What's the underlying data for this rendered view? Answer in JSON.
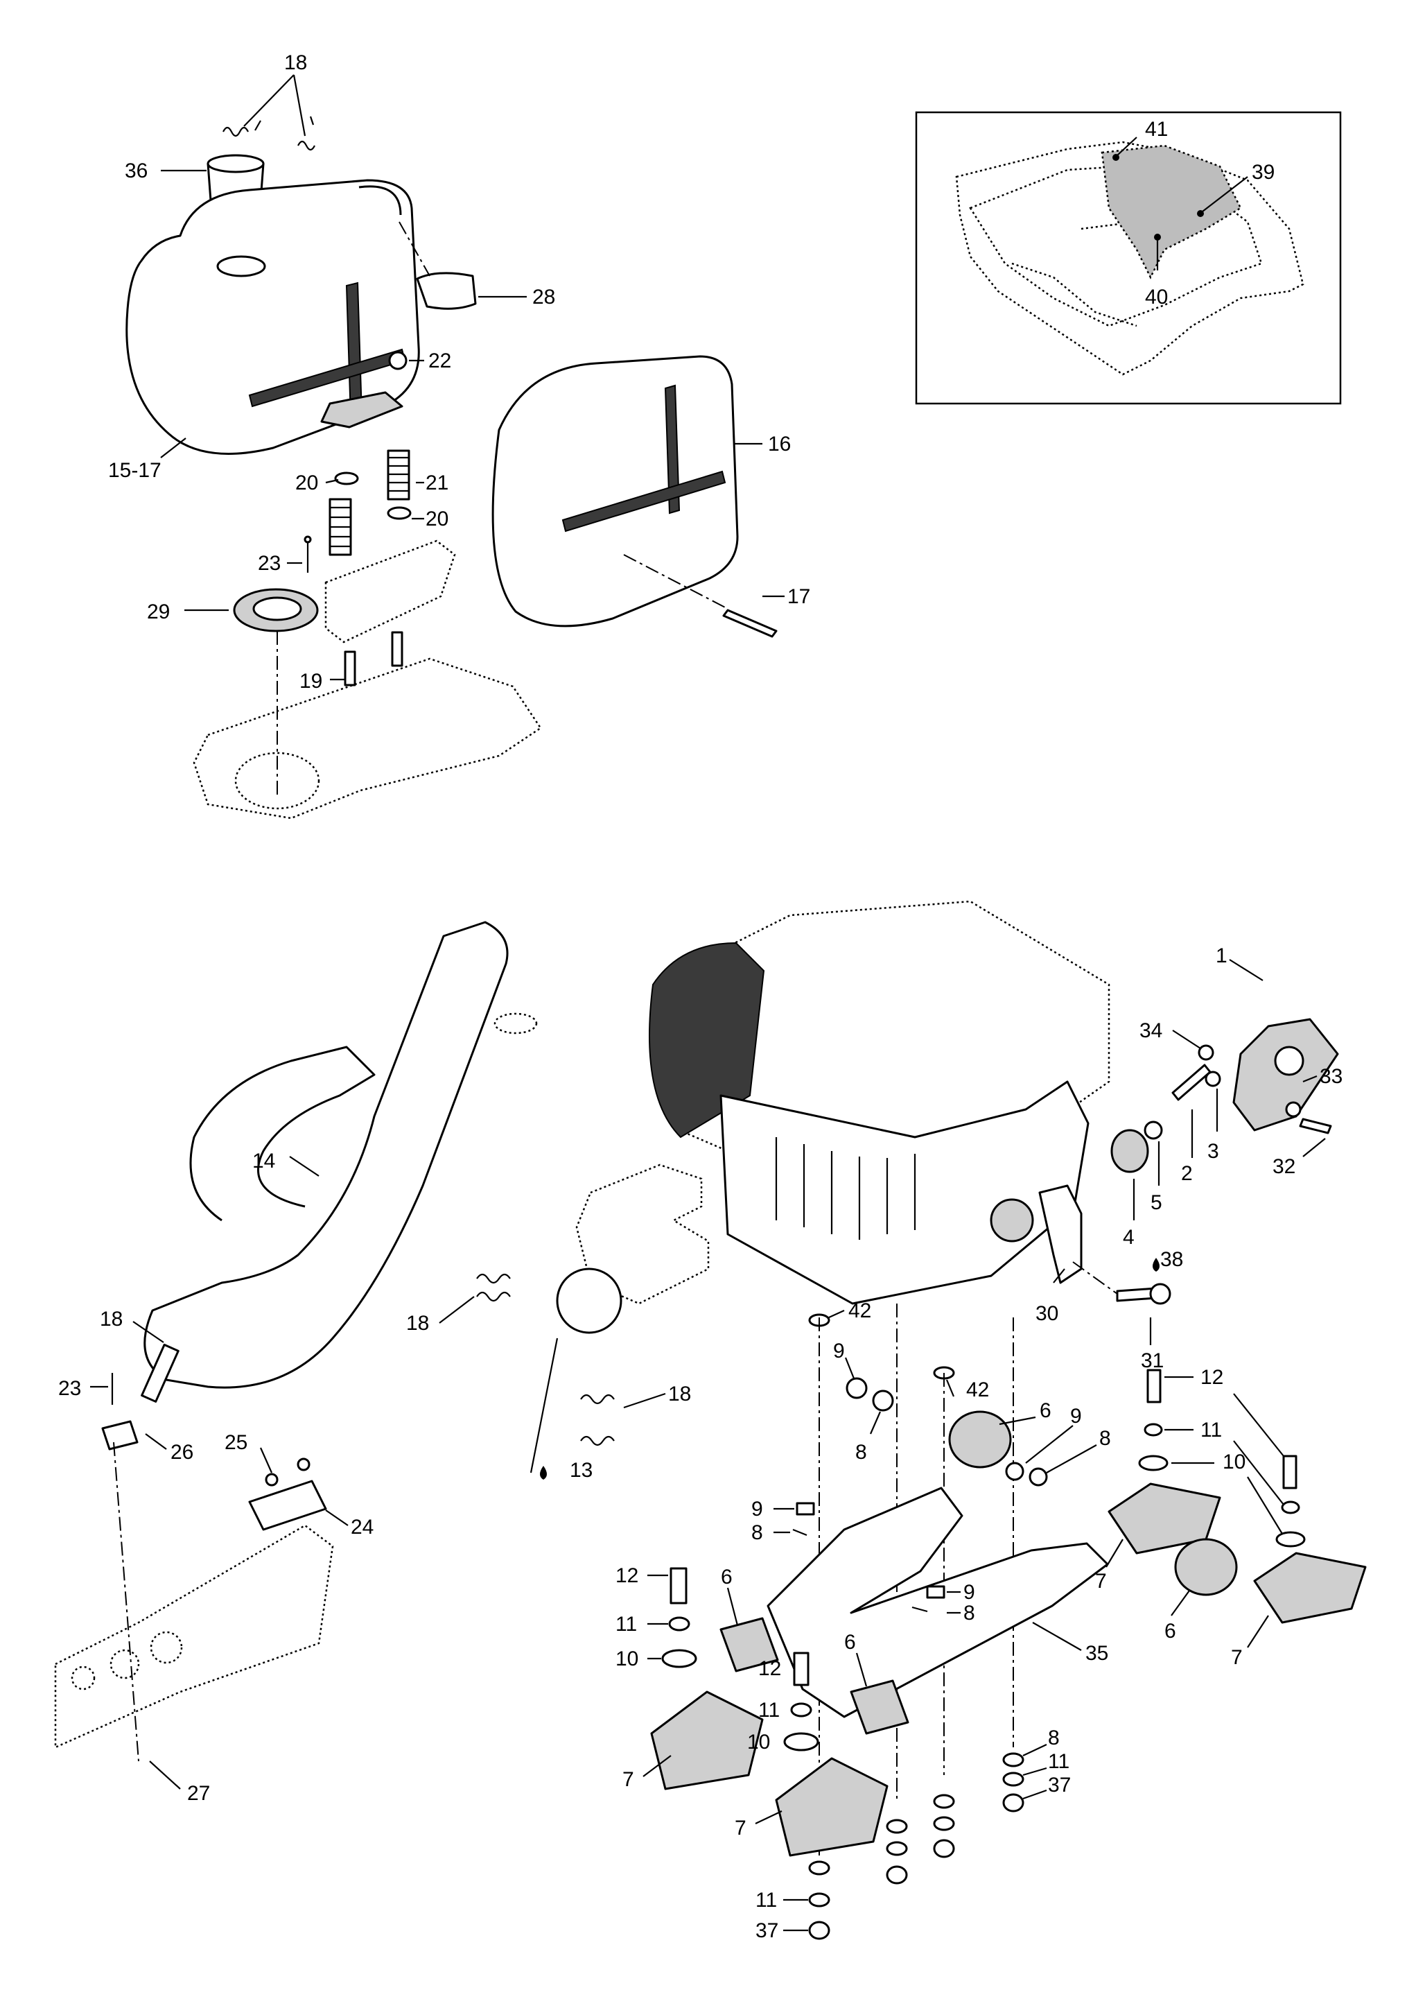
{
  "diagram": {
    "callouts": {
      "c1": "1",
      "c2": "2",
      "c3": "3",
      "c4": "4",
      "c5": "5",
      "c6a": "6",
      "c6b": "6",
      "c6c": "6",
      "c6d": "6",
      "c7a": "7",
      "c7b": "7",
      "c7c": "7",
      "c7d": "7",
      "c8a": "8",
      "c8b": "8",
      "c8c": "8",
      "c8d": "8",
      "c8e": "8",
      "c9a": "9",
      "c9b": "9",
      "c9c": "9",
      "c9d": "9",
      "c10a": "10",
      "c10b": "10",
      "c10c": "10",
      "c11a": "11",
      "c11b": "11",
      "c11c": "11",
      "c11d": "11",
      "c11e": "11",
      "c12a": "12",
      "c12b": "12",
      "c12c": "12",
      "c13": "13",
      "c14": "14",
      "c15_17": "15-17",
      "c16": "16",
      "c17": "17",
      "c18a": "18",
      "c18b": "18",
      "c18c": "18",
      "c18d": "18",
      "c19": "19",
      "c20a": "20",
      "c20b": "20",
      "c21": "21",
      "c22": "22",
      "c23a": "23",
      "c23b": "23",
      "c24": "24",
      "c25": "25",
      "c26": "26",
      "c27": "27",
      "c28": "28",
      "c29": "29",
      "c30": "30",
      "c31": "31",
      "c32": "32",
      "c33": "33",
      "c34": "34",
      "c35": "35",
      "c36": "36",
      "c37a": "37",
      "c37b": "37",
      "c38": "38",
      "c39": "39",
      "c40": "40",
      "c41": "41",
      "c42a": "42",
      "c42b": "42"
    }
  }
}
